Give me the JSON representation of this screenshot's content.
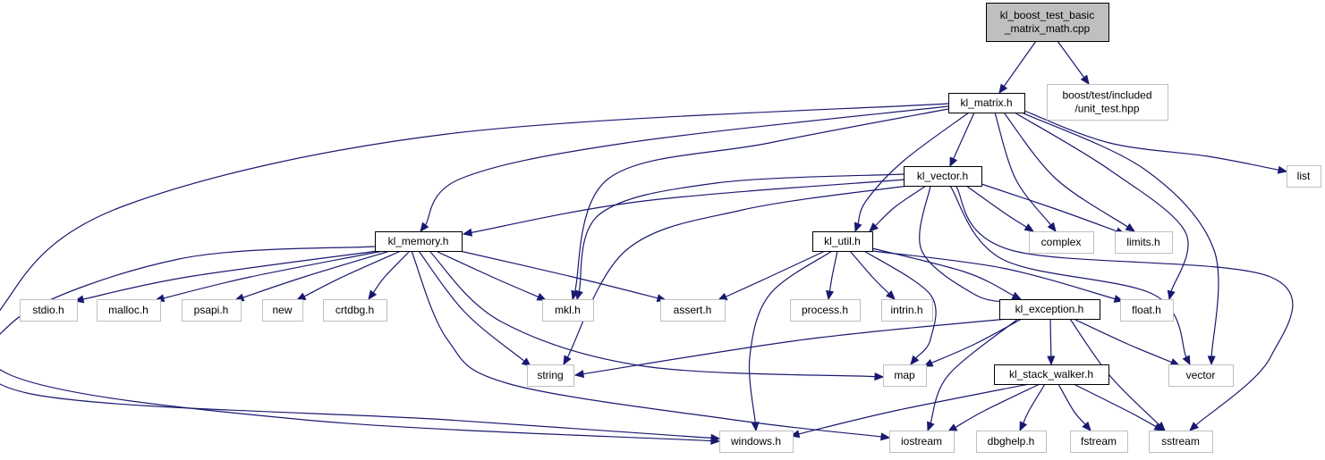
{
  "diagram": {
    "colors": {
      "edge": "#191970",
      "root_fill": "#bfbfbf",
      "local_border": "#000000",
      "system_border": "#bfbfbf",
      "node_fill": "#ffffff"
    },
    "nodes": [
      {
        "id": "root",
        "kind": "root",
        "lines": [
          "kl_boost_test_basic",
          "_matrix_math.cpp"
        ]
      },
      {
        "id": "kl_matrix",
        "kind": "local",
        "lines": [
          "kl_matrix.h"
        ]
      },
      {
        "id": "boost_unit",
        "kind": "system",
        "lines": [
          "boost/test/included",
          "/unit_test.hpp"
        ]
      },
      {
        "id": "list",
        "kind": "system",
        "lines": [
          "list"
        ]
      },
      {
        "id": "kl_vector",
        "kind": "local",
        "lines": [
          "kl_vector.h"
        ]
      },
      {
        "id": "kl_memory",
        "kind": "local",
        "lines": [
          "kl_memory.h"
        ]
      },
      {
        "id": "kl_util",
        "kind": "local",
        "lines": [
          "kl_util.h"
        ]
      },
      {
        "id": "complex",
        "kind": "system",
        "lines": [
          "complex"
        ]
      },
      {
        "id": "limits",
        "kind": "system",
        "lines": [
          "limits.h"
        ]
      },
      {
        "id": "stdio",
        "kind": "system",
        "lines": [
          "stdio.h"
        ]
      },
      {
        "id": "malloc",
        "kind": "system",
        "lines": [
          "malloc.h"
        ]
      },
      {
        "id": "psapi",
        "kind": "system",
        "lines": [
          "psapi.h"
        ]
      },
      {
        "id": "new",
        "kind": "system",
        "lines": [
          "new"
        ]
      },
      {
        "id": "crtdbg",
        "kind": "system",
        "lines": [
          "crtdbg.h"
        ]
      },
      {
        "id": "mkl",
        "kind": "system",
        "lines": [
          "mkl.h"
        ]
      },
      {
        "id": "assert",
        "kind": "system",
        "lines": [
          "assert.h"
        ]
      },
      {
        "id": "process",
        "kind": "system",
        "lines": [
          "process.h"
        ]
      },
      {
        "id": "intrin",
        "kind": "system",
        "lines": [
          "intrin.h"
        ]
      },
      {
        "id": "kl_exception",
        "kind": "local",
        "lines": [
          "kl_exception.h"
        ]
      },
      {
        "id": "float",
        "kind": "system",
        "lines": [
          "float.h"
        ]
      },
      {
        "id": "string",
        "kind": "system",
        "lines": [
          "string"
        ]
      },
      {
        "id": "map",
        "kind": "system",
        "lines": [
          "map"
        ]
      },
      {
        "id": "vector",
        "kind": "system",
        "lines": [
          "vector"
        ]
      },
      {
        "id": "kl_stack_walker",
        "kind": "local",
        "lines": [
          "kl_stack_walker.h"
        ]
      },
      {
        "id": "windows",
        "kind": "system",
        "lines": [
          "windows.h"
        ]
      },
      {
        "id": "iostream",
        "kind": "system",
        "lines": [
          "iostream"
        ]
      },
      {
        "id": "dbghelp",
        "kind": "system",
        "lines": [
          "dbghelp.h"
        ]
      },
      {
        "id": "fstream",
        "kind": "system",
        "lines": [
          "fstream"
        ]
      },
      {
        "id": "sstream",
        "kind": "system",
        "lines": [
          "sstream"
        ]
      }
    ],
    "edges": [
      {
        "from": "root",
        "to": "kl_matrix"
      },
      {
        "from": "root",
        "to": "boost_unit"
      },
      {
        "from": "kl_matrix",
        "to": "kl_vector"
      },
      {
        "from": "kl_matrix",
        "to": "kl_memory"
      },
      {
        "from": "kl_matrix",
        "to": "kl_util"
      },
      {
        "from": "kl_matrix",
        "to": "mkl"
      },
      {
        "from": "kl_matrix",
        "to": "complex"
      },
      {
        "from": "kl_matrix",
        "to": "limits"
      },
      {
        "from": "kl_matrix",
        "to": "float"
      },
      {
        "from": "kl_matrix",
        "to": "vector"
      },
      {
        "from": "kl_matrix",
        "to": "list"
      },
      {
        "from": "kl_matrix",
        "to": "windows"
      },
      {
        "from": "kl_vector",
        "to": "kl_memory"
      },
      {
        "from": "kl_vector",
        "to": "kl_util"
      },
      {
        "from": "kl_vector",
        "to": "mkl"
      },
      {
        "from": "kl_vector",
        "to": "complex"
      },
      {
        "from": "kl_vector",
        "to": "limits"
      },
      {
        "from": "kl_vector",
        "to": "string"
      },
      {
        "from": "kl_vector",
        "to": "kl_exception"
      },
      {
        "from": "kl_vector",
        "to": "vector"
      },
      {
        "from": "kl_vector",
        "to": "sstream"
      },
      {
        "from": "kl_memory",
        "to": "stdio"
      },
      {
        "from": "kl_memory",
        "to": "malloc"
      },
      {
        "from": "kl_memory",
        "to": "psapi"
      },
      {
        "from": "kl_memory",
        "to": "new"
      },
      {
        "from": "kl_memory",
        "to": "crtdbg"
      },
      {
        "from": "kl_memory",
        "to": "mkl"
      },
      {
        "from": "kl_memory",
        "to": "assert"
      },
      {
        "from": "kl_memory",
        "to": "string"
      },
      {
        "from": "kl_memory",
        "to": "map"
      },
      {
        "from": "kl_memory",
        "to": "iostream"
      },
      {
        "from": "kl_memory",
        "to": "windows"
      },
      {
        "from": "kl_util",
        "to": "assert"
      },
      {
        "from": "kl_util",
        "to": "process"
      },
      {
        "from": "kl_util",
        "to": "intrin"
      },
      {
        "from": "kl_util",
        "to": "kl_exception"
      },
      {
        "from": "kl_util",
        "to": "float"
      },
      {
        "from": "kl_util",
        "to": "map"
      },
      {
        "from": "kl_util",
        "to": "windows"
      },
      {
        "from": "kl_exception",
        "to": "string"
      },
      {
        "from": "kl_exception",
        "to": "map"
      },
      {
        "from": "kl_exception",
        "to": "vector"
      },
      {
        "from": "kl_exception",
        "to": "kl_stack_walker"
      },
      {
        "from": "kl_exception",
        "to": "iostream"
      },
      {
        "from": "kl_exception",
        "to": "sstream"
      },
      {
        "from": "kl_stack_walker",
        "to": "windows"
      },
      {
        "from": "kl_stack_walker",
        "to": "iostream"
      },
      {
        "from": "kl_stack_walker",
        "to": "dbghelp"
      },
      {
        "from": "kl_stack_walker",
        "to": "fstream"
      },
      {
        "from": "kl_stack_walker",
        "to": "sstream"
      }
    ]
  }
}
